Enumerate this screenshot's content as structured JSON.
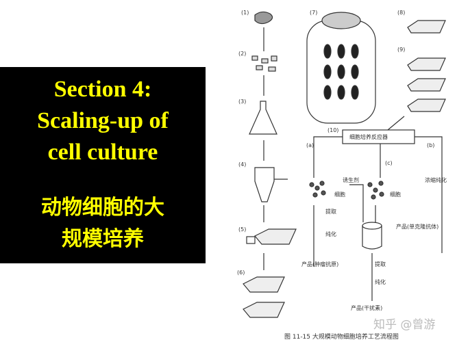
{
  "slide": {
    "title_line1": "Section 4:",
    "title_line2": "Scaling-up of",
    "title_line3": "cell culture",
    "cn_line1": "动物细胞的大",
    "cn_line2": "规模培养"
  },
  "diagram": {
    "steps": [
      "(1)",
      "(2)",
      "(3)",
      "(4)",
      "(5)",
      "(6)",
      "(7)",
      "(8)",
      "(9)",
      "(10)"
    ],
    "branches": [
      "(a)",
      "(b)",
      "(c)"
    ],
    "reactor": "细胞培养反应器",
    "inducer": "诱生剂",
    "cells_a": "细胞",
    "cells_c": "细胞",
    "extract_a": "提取",
    "purify_a": "纯化",
    "concentrate_b": "浓缩纯化",
    "product_b": "产品(单克隆抗体)",
    "product_a": "产品(肿瘤抗原)",
    "extract_c": "提取",
    "purify_c": "纯化",
    "product_c": "产品(干扰素)",
    "caption": "图 11-15   大规模动物细胞培养工艺流程图"
  },
  "watermark": "知乎 @曾游"
}
